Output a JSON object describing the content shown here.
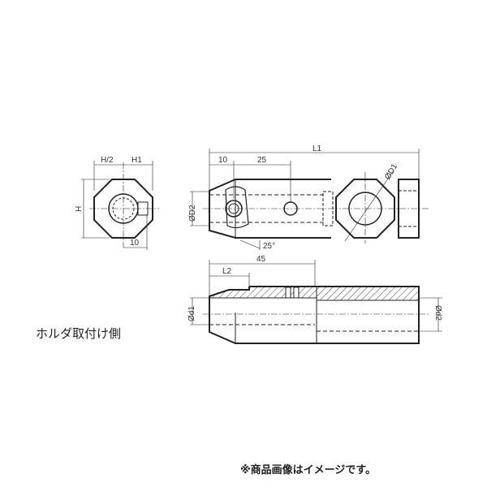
{
  "labels": {
    "h_half": "H/2",
    "h1": "H1",
    "h": "H",
    "ten_end": "10",
    "l1": "L1",
    "ten_side": "10",
    "twentyfive": "25",
    "d2_dia": "ØD2",
    "d1_dia": "ØD1",
    "angle": "25°",
    "forty_five": "45",
    "l2": "L2",
    "small_d1": "Ød1",
    "small_d2": "Ød2"
  },
  "caption": "ホルダ取付け側",
  "note": "※商品画像はイメージです。"
}
